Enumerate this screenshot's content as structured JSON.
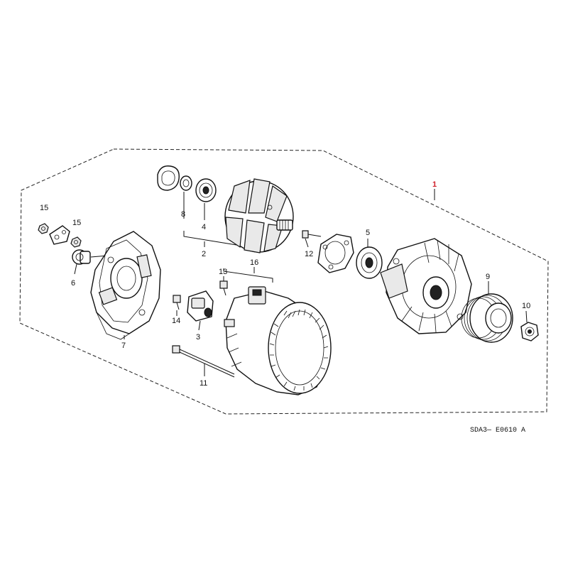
{
  "diagram": {
    "code": "SDA3— E0610 A",
    "assembly_label": "1",
    "part_labels": [
      {
        "key": "p15a",
        "text": "15"
      },
      {
        "key": "p15b",
        "text": "15"
      },
      {
        "key": "p6",
        "text": "6"
      },
      {
        "key": "p7",
        "text": "7"
      },
      {
        "key": "p8",
        "text": "8"
      },
      {
        "key": "p4",
        "text": "4"
      },
      {
        "key": "p2",
        "text": "2"
      },
      {
        "key": "p12",
        "text": "12"
      },
      {
        "key": "p5",
        "text": "5"
      },
      {
        "key": "p13",
        "text": "13"
      },
      {
        "key": "p16",
        "text": "16"
      },
      {
        "key": "p14",
        "text": "14"
      },
      {
        "key": "p3",
        "text": "3"
      },
      {
        "key": "p11",
        "text": "11"
      },
      {
        "key": "p9",
        "text": "9"
      },
      {
        "key": "p10",
        "text": "10"
      }
    ],
    "colors": {
      "assembly_label": "#d0202a",
      "lines": "#111111"
    }
  }
}
